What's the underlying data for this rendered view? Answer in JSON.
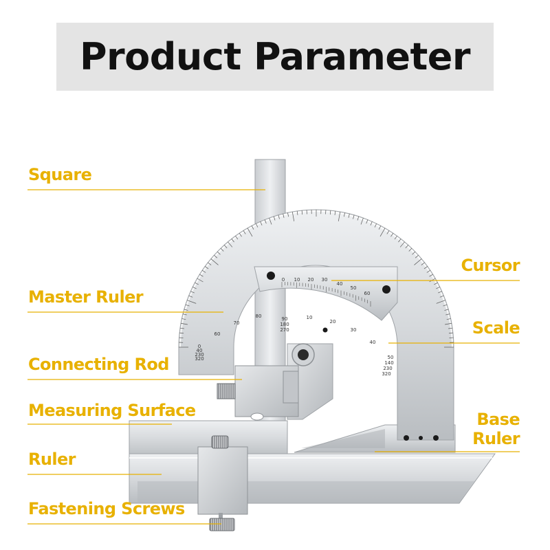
{
  "title": "Product Parameter",
  "colors": {
    "label": "#e8b100",
    "title_bg": "#e4e4e4",
    "title_text": "#111111"
  },
  "labels": {
    "square": "Square",
    "master_ruler": "Master Ruler",
    "connecting_rod": "Connecting Rod",
    "measuring_surface": "Measuring Surface",
    "ruler": "Ruler",
    "fastening_screws": "Fastening Screws",
    "cursor": "Cursor",
    "scale": "Scale",
    "base_ruler_1": "Base",
    "base_ruler_2": "Ruler"
  },
  "scale_numbers": {
    "master_left": [
      "80",
      "70",
      "60"
    ],
    "master_center": [
      "90",
      "180",
      "270"
    ],
    "master_right": [
      "10",
      "20",
      "30",
      "40"
    ],
    "master_end": [
      "50",
      "140",
      "230",
      "320"
    ],
    "master_start": [
      "0",
      "40",
      "230",
      "320"
    ],
    "cursor": [
      "0",
      "10",
      "20",
      "30",
      "40",
      "50",
      "60"
    ]
  }
}
